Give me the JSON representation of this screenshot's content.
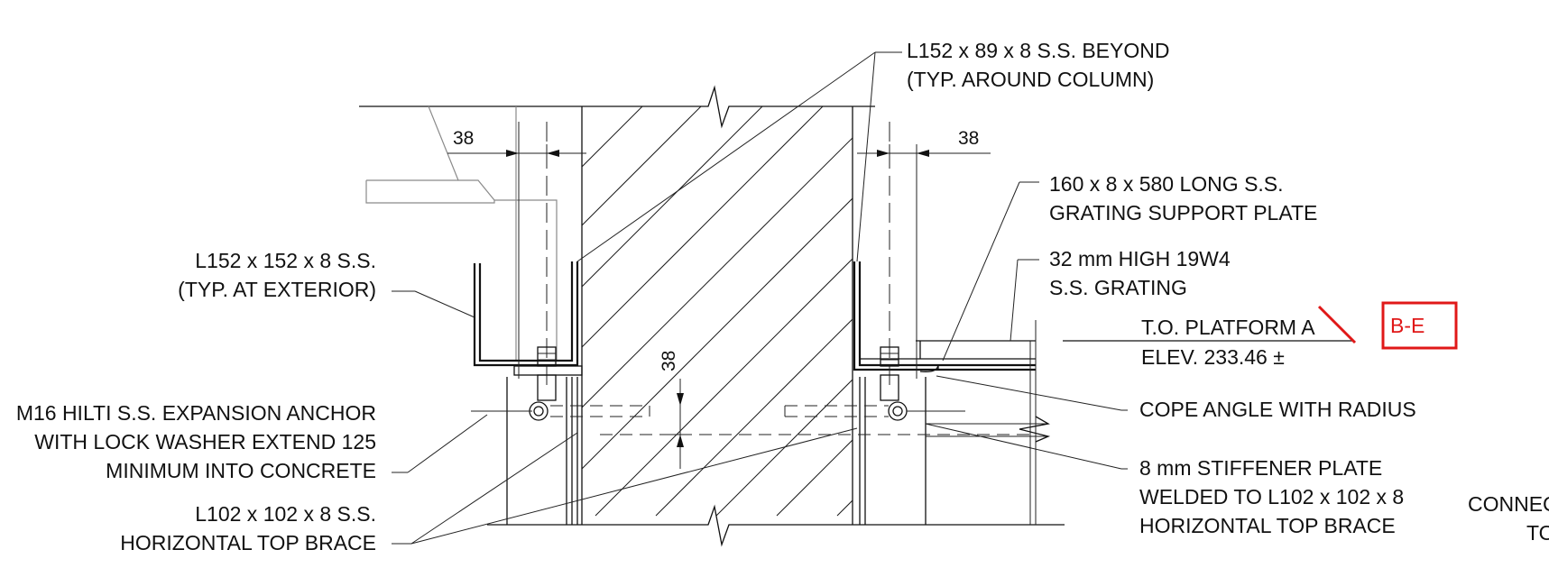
{
  "callouts": {
    "angle_beyond": [
      "L152 x 89 x 8 S.S. BEYOND",
      "(TYP. AROUND COLUMN)"
    ],
    "grating_plate": [
      "160 x 8 x 580 LONG S.S.",
      "GRATING SUPPORT PLATE"
    ],
    "grating": [
      "32 mm HIGH 19W4",
      "S.S. GRATING"
    ],
    "angle_exterior": [
      "L152 x 152 x 8 S.S.",
      "(TYP. AT EXTERIOR)"
    ],
    "platform": [
      "T.O. PLATFORM A",
      "ELEV. 233.46 ±"
    ],
    "cope": "COPE ANGLE WITH RADIUS",
    "anchor": [
      "M16 HILTI S.S. EXPANSION ANCHOR",
      "WITH LOCK WASHER EXTEND 125",
      "MINIMUM INTO CONCRETE"
    ],
    "stiffener": [
      "8 mm STIFFENER PLATE",
      "WELDED TO L102 x 102 x 8",
      "HORIZONTAL TOP BRACE"
    ],
    "brace": [
      "L102 x 102 x 8 S.S.",
      "HORIZONTAL TOP BRACE"
    ],
    "connection": [
      "CONNECTION",
      "TO"
    ]
  },
  "dimensions": {
    "left_gap": "38",
    "right_gap": "38",
    "vertical": "38"
  },
  "revision_tag": {
    "label": "B-E",
    "color": "#e01818"
  }
}
